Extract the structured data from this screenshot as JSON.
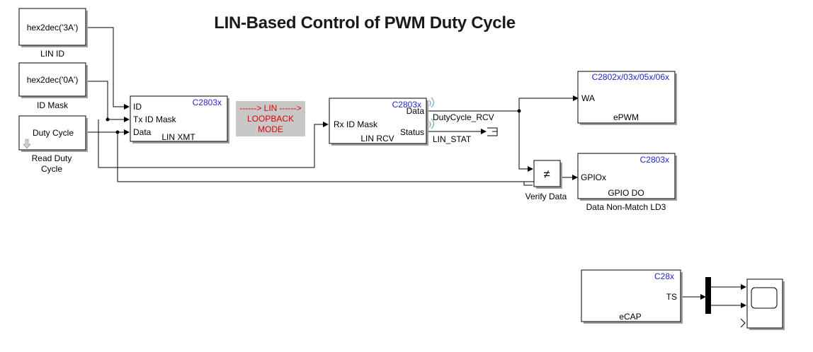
{
  "title": "LIN-Based Control of PWM Duty Cycle",
  "blocks": {
    "lin_id": {
      "expr": "hex2dec('3A')",
      "label": "LIN ID"
    },
    "id_mask": {
      "expr": "hex2dec('0A')",
      "label": "ID Mask"
    },
    "duty_cycle": {
      "text": "Duty Cycle",
      "label_line1": "Read Duty",
      "label_line2": "Cycle"
    },
    "lin_xmt": {
      "target": "C2803x",
      "port_id": "ID",
      "port_tx_mask": "Tx ID Mask",
      "port_data": "Data",
      "label": "LIN XMT"
    },
    "loopback_note": {
      "line1": "------> LIN  ------>",
      "line2": "LOOPBACK",
      "line3": "MODE"
    },
    "lin_rcv": {
      "target": "C2803x",
      "port_rx_mask": "Rx ID Mask",
      "port_data": "Data",
      "port_status": "Status",
      "label": "LIN RCV"
    },
    "signals": {
      "duty_rcv": "DutyCycle_RCV",
      "lin_stat": "LIN_STAT"
    },
    "epwm": {
      "target": "C2802x/03x/05x/06x",
      "port": "WA",
      "label": "ePWM"
    },
    "verify": {
      "symbol": "≠",
      "label": "Verify Data"
    },
    "gpio": {
      "target": "C2803x",
      "port": "GPIOx",
      "label": "GPIO DO",
      "caption": "Data Non-Match LD3"
    },
    "ecap": {
      "target": "C28x",
      "port": "TS",
      "label": "eCAP"
    }
  }
}
